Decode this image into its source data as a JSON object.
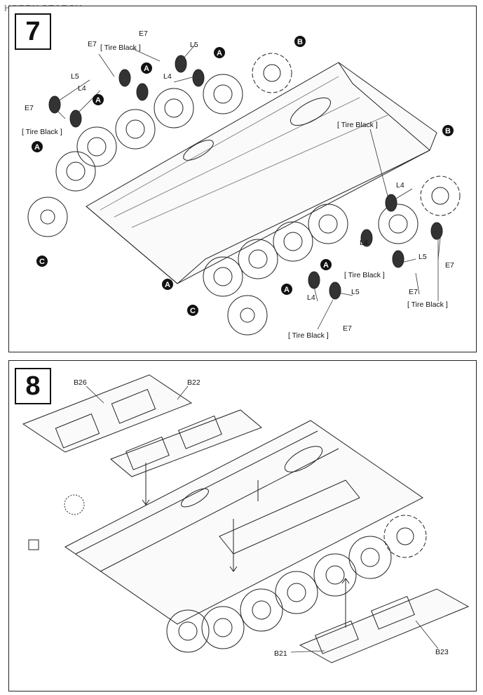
{
  "watermark": "HOBBY SEARCH",
  "steps": [
    {
      "number": "7",
      "labels": {
        "e7": "E7",
        "l4": "L4",
        "l5": "L5",
        "tire_black": "[ Tire Black ]",
        "a": "A",
        "b": "B",
        "c": "C"
      }
    },
    {
      "number": "8",
      "labels": {
        "b26": "B26",
        "b22": "B22",
        "b21": "B21",
        "b23": "B23"
      }
    }
  ]
}
